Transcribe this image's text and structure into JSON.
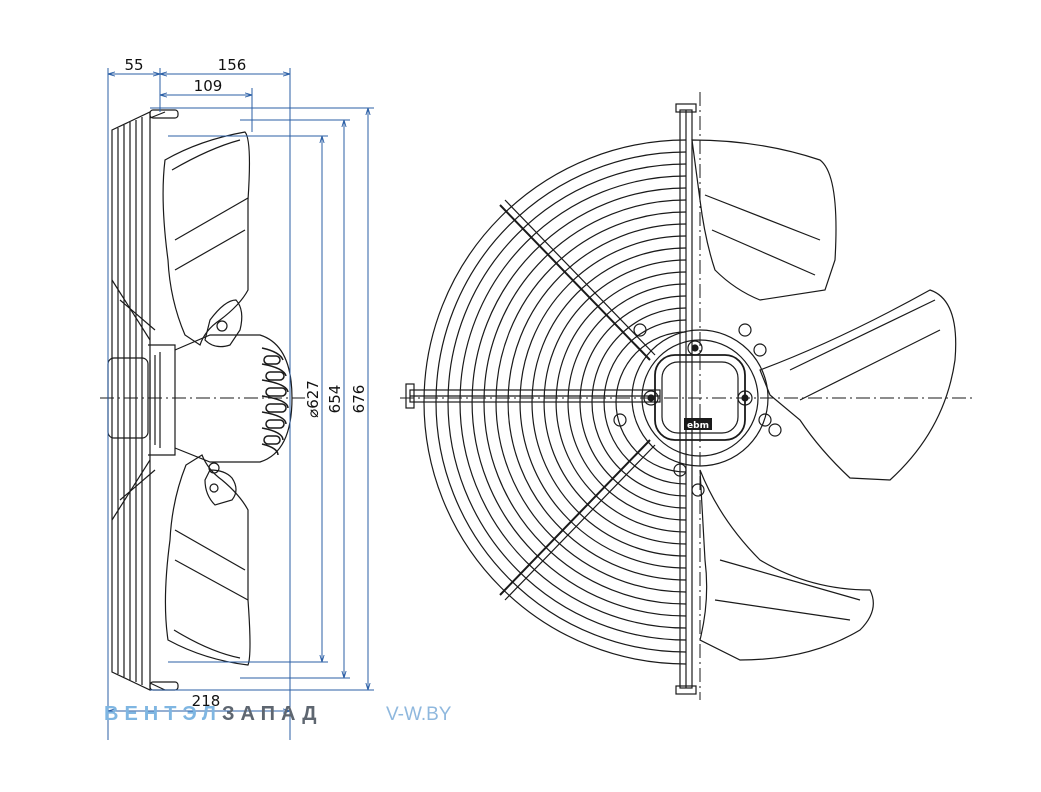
{
  "dimensions": {
    "d55": "55",
    "d156": "156",
    "d109": "109",
    "d218": "218",
    "d627": "627",
    "d627_prefix": "⌀",
    "d654": "654",
    "d676": "676"
  },
  "brand_plate": "ebm",
  "watermark": {
    "part1": "ВЕНТЭЛ",
    "part2": "ЗАПАД",
    "site": "V-W.BY"
  },
  "colors": {
    "dimension_line": "#2b5fa6",
    "drawing_line": "#1a1a1a",
    "watermark_blue": "#7fb6e2",
    "watermark_grey": "#5e6670"
  }
}
